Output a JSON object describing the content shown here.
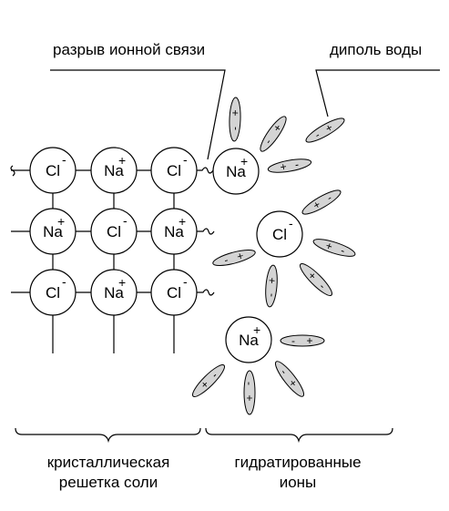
{
  "labels": {
    "bond_break": "разрыв ионной связи",
    "water_dipole": "диполь воды",
    "lattice_line1": "кристаллическая",
    "lattice_line2": "решетка соли",
    "hydrated_line1": "гидратированные",
    "hydrated_line2": "ионы"
  },
  "ions": {
    "cl": "Cl",
    "na": "Na",
    "plus": "+",
    "minus": "-"
  },
  "lattice": [
    [
      "Cl",
      "Na",
      "Cl"
    ],
    [
      "Na",
      "Cl",
      "Na"
    ],
    [
      "Cl",
      "Na",
      "Cl"
    ]
  ],
  "dipole_signs": {
    "plus": "+",
    "minus": "-"
  },
  "colors": {
    "dipole_fill": "#d4d4d4",
    "line": "#000000"
  }
}
